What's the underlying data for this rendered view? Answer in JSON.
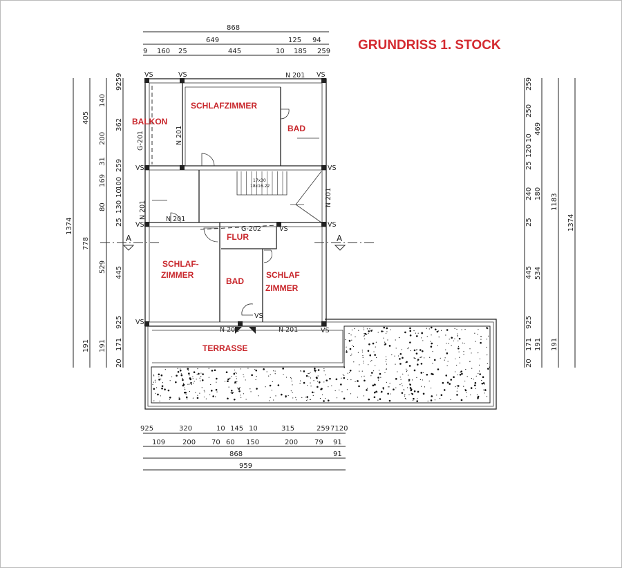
{
  "title": "GRUNDRISS  1. STOCK",
  "rooms": {
    "balkon": "BALKON",
    "schlafzimmer_top": "SCHLAFZIMMER",
    "bad_top": "BAD",
    "flur": "FLUR",
    "schlaf_left_1": "SCHLAF-",
    "schlaf_left_2": "ZIMMER",
    "bad_mid": "BAD",
    "schlaf_right_1": "SCHLAF",
    "schlaf_right_2": "ZIMMER",
    "terrasse": "TERRASSE"
  },
  "tags": {
    "vs": "VS",
    "n201": "N 201",
    "g201": "G-201",
    "g202": "G-202",
    "stair1": "17x30",
    "stair2": "18x16.22",
    "section": "A"
  },
  "dims": {
    "top": {
      "row1": [
        "868"
      ],
      "row2": [
        "649",
        "125",
        "94"
      ],
      "row3": [
        "9",
        "160",
        "25",
        "445",
        "10",
        "185",
        "259"
      ]
    },
    "left": {
      "col1": [
        "1374"
      ],
      "col2": [
        "405",
        "778",
        "191"
      ],
      "col3": [
        "140",
        "200",
        "31",
        "169",
        "80",
        "529",
        "191"
      ],
      "col4": [
        "9259",
        "362",
        "259",
        "100",
        "10",
        "130",
        "25",
        "445",
        "925",
        "171",
        "20"
      ]
    },
    "right": {
      "col1": [
        "259",
        "250",
        "10",
        "120",
        "25",
        "240",
        "25",
        "445",
        "925",
        "171",
        "20"
      ],
      "col2": [
        "469",
        "180",
        "534",
        "191"
      ],
      "col3": [
        "1183",
        "191"
      ],
      "col4": [
        "1374"
      ]
    },
    "bottom": {
      "row1": [
        "925",
        "320",
        "10",
        "145",
        "10",
        "315",
        "259",
        "7120"
      ],
      "row2": [
        "109",
        "200",
        "70",
        "60",
        "150",
        "200",
        "79",
        "91"
      ],
      "row3": [
        "868",
        "91"
      ],
      "row4": [
        "959"
      ]
    }
  },
  "colors": {
    "label": "#c8262b",
    "title": "#d42a30",
    "line": "#222222"
  }
}
